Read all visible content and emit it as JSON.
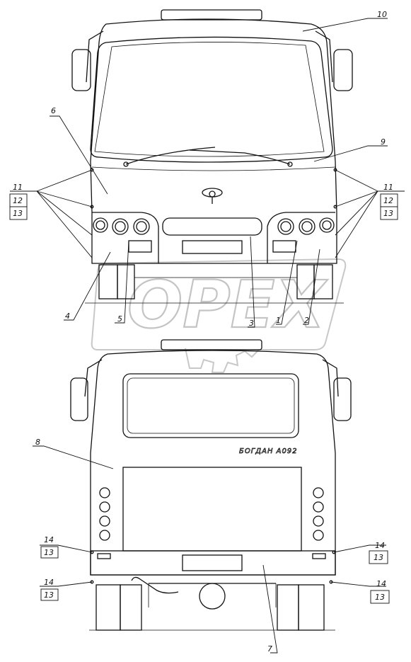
{
  "watermark": "OPEX",
  "rear_brand": "БОГДАН А092",
  "callouts": {
    "c1": "1",
    "c2": "2",
    "c3": "3",
    "c4": "4",
    "c5": "5",
    "c6": "6",
    "c7": "7",
    "c8": "8",
    "c9": "9",
    "c10": "10",
    "c11": "11",
    "c12": "12",
    "c13": "13",
    "c14": "14"
  }
}
